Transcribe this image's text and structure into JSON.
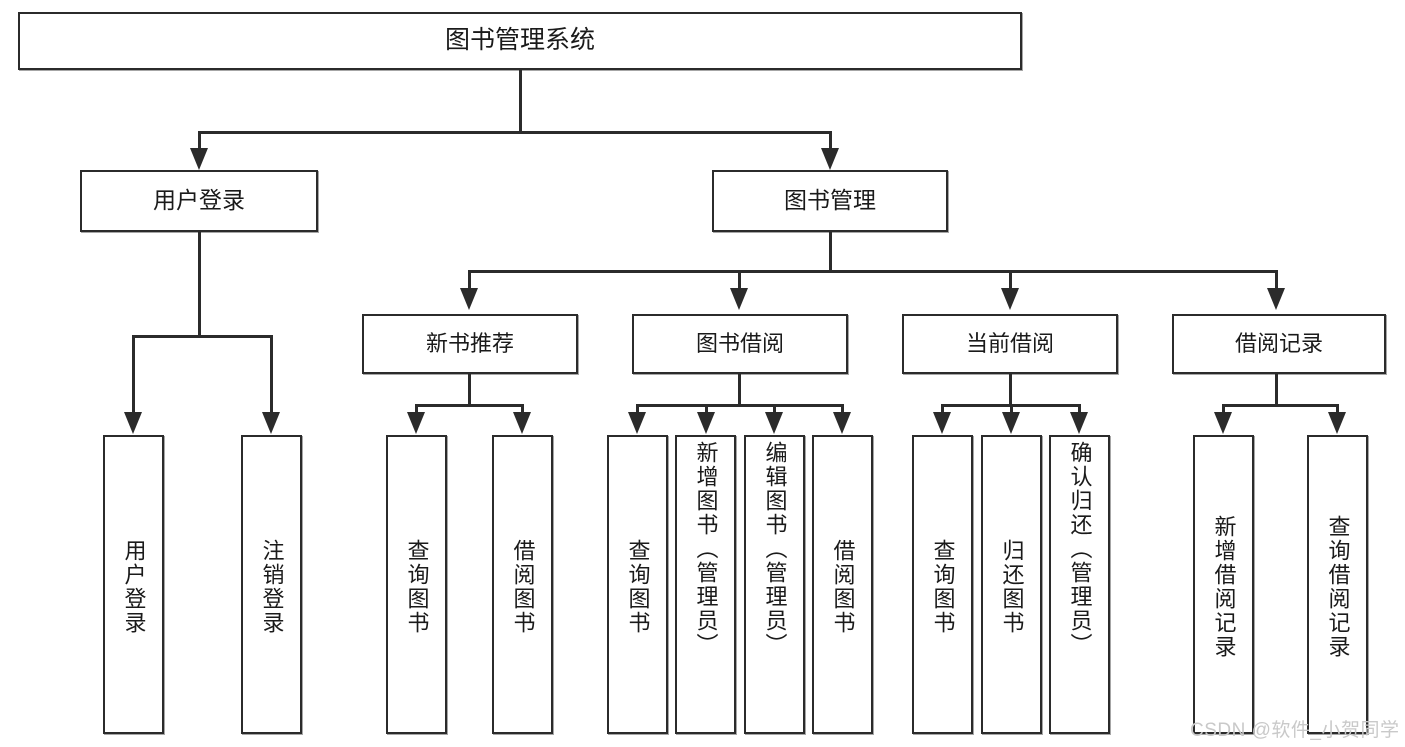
{
  "diagram": {
    "title": "图书管理系统",
    "type": "hierarchy-tree",
    "root": {
      "label": "图书管理系统"
    },
    "level1": [
      {
        "label": "用户登录"
      },
      {
        "label": "图书管理"
      }
    ],
    "level2": [
      {
        "label": "新书推荐"
      },
      {
        "label": "图书借阅"
      },
      {
        "label": "当前借阅"
      },
      {
        "label": "借阅记录"
      }
    ],
    "leaves": {
      "user_login": [
        {
          "label": "用户登录"
        },
        {
          "label": "注销登录"
        }
      ],
      "new_book_recommend": [
        {
          "label": "查询图书"
        },
        {
          "label": "借阅图书"
        }
      ],
      "book_borrow": [
        {
          "label": "查询图书"
        },
        {
          "label": "新增图书（管理员）"
        },
        {
          "label": "编辑图书（管理员）"
        },
        {
          "label": "借阅图书"
        }
      ],
      "current_borrow": [
        {
          "label": "查询图书"
        },
        {
          "label": "归还图书"
        },
        {
          "label": "确认归还（管理员）"
        }
      ],
      "borrow_record": [
        {
          "label": "新增借阅记录"
        },
        {
          "label": "查询借阅记录"
        }
      ]
    }
  },
  "watermark": {
    "text": "CSDN @软件_小贺同学",
    "color": "#c9c9c9"
  },
  "colors": {
    "stroke": "#2b2b2b",
    "background": "#ffffff",
    "text": "#1a1a1a"
  }
}
